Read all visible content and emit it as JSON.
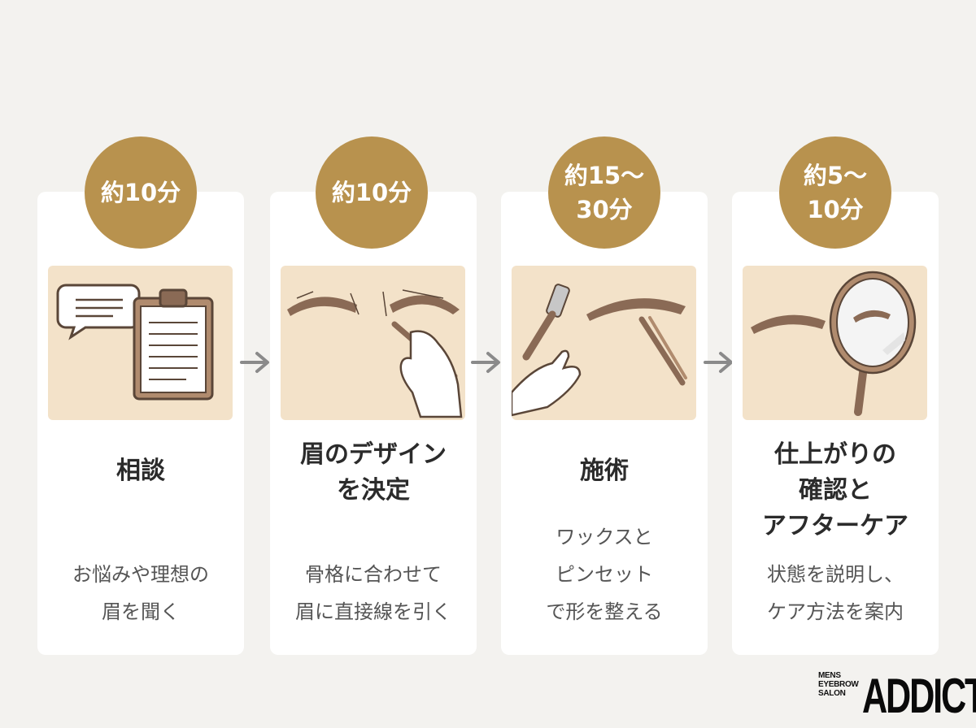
{
  "steps": [
    {
      "time": "約10分",
      "title": "相談",
      "desc": "お悩みや理想の\n眉を聞く"
    },
    {
      "time": "約10分",
      "title": "眉のデザイン\nを決定",
      "desc": "骨格に合わせて\n眉に直接線を引く"
    },
    {
      "time": "約15～\n30分",
      "title": "施術",
      "desc": "ワックスと\nピンセット\nで形を整える"
    },
    {
      "time": "約5～\n10分",
      "title": "仕上がりの\n確認と\nアフターケア",
      "desc": "状態を説明し、\nケア方法を案内"
    }
  ],
  "logo": {
    "small": "MENS\nEYEBROW\nSALON",
    "big": "ADDICT"
  },
  "colors": {
    "badge": "#b8924e",
    "illustration_bg": "#f3e2c9",
    "page_bg": "#f3f2ef",
    "arrow": "#8a8a8a"
  },
  "icons": [
    "speech-bubble-icon",
    "clipboard-icon",
    "eyebrow-icon",
    "pencil-hand-icon",
    "spatula-icon",
    "tweezers-icon",
    "hand-icon",
    "hand-mirror-icon",
    "arrow-right-icon"
  ]
}
